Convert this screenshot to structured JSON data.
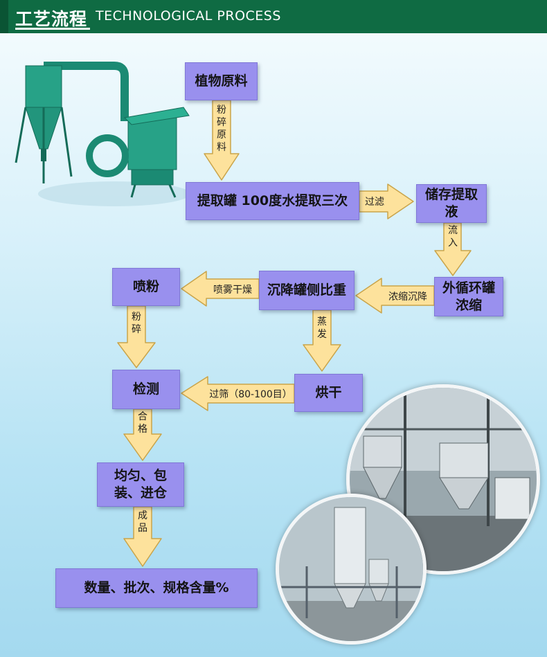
{
  "header": {
    "title": "工艺流程",
    "subtitle": "TECHNOLOGICAL PROCESS"
  },
  "steps": {
    "raw": "植物原料",
    "extract": "提取罐 100度水提取三次",
    "store": "储存提取液",
    "concentrate": "外循环罐浓缩",
    "settle": "沉降罐侧比重",
    "spray": "喷粉",
    "dry": "烘干",
    "test": "检测",
    "pack": "均匀、包装、进仓",
    "final": "数量、批次、规格含量%"
  },
  "labels": {
    "crush1": "粉碎原料",
    "filter": "过滤",
    "inflow": "流入",
    "conc_settle": "浓缩沉降",
    "spray_dry": "喷雾干燥",
    "evap": "蒸发",
    "crush2": "粉碎",
    "sieve": "过筛（80-100目）",
    "qualified": "合格",
    "product": "成品"
  },
  "colors": {
    "header": "#0f6b43",
    "box": "#9990ee",
    "arrow": "#fde29c",
    "arrow_stroke": "#c9a44a"
  }
}
